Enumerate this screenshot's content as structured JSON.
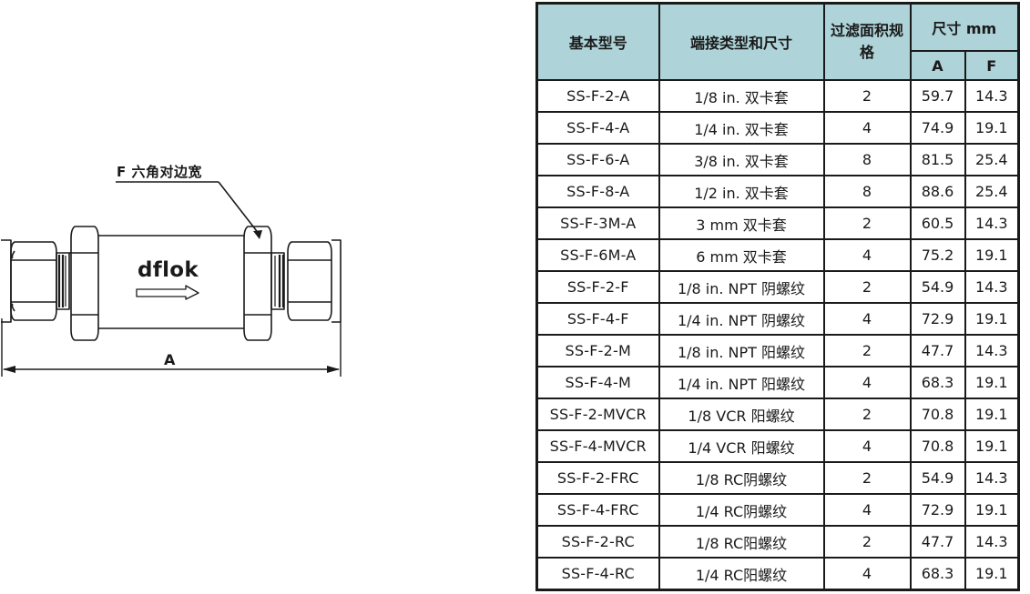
{
  "diagram": {
    "hex_flat_label": "F 六角对边宽",
    "brand_text": "dflok",
    "length_dimension_label": "A",
    "flow_direction": "left-to-right",
    "line_color": "#1a1a1a"
  },
  "table": {
    "header_bg_color": "#aed3d8",
    "border_color": "#1a1a1a",
    "headers": {
      "model": "基本型号",
      "connection": "端接类型和尺寸",
      "filter_area": "过滤面积规格",
      "dimensions": "尺寸 mm",
      "dim_a": "A",
      "dim_f": "F"
    },
    "rows": [
      {
        "model": "SS-F-2-A",
        "connection": "1/8 in. 双卡套",
        "filter": "2",
        "a": "59.7",
        "f": "14.3"
      },
      {
        "model": "SS-F-4-A",
        "connection": "1/4 in. 双卡套",
        "filter": "4",
        "a": "74.9",
        "f": "19.1"
      },
      {
        "model": "SS-F-6-A",
        "connection": "3/8 in. 双卡套",
        "filter": "8",
        "a": "81.5",
        "f": "25.4"
      },
      {
        "model": "SS-F-8-A",
        "connection": "1/2 in. 双卡套",
        "filter": "8",
        "a": "88.6",
        "f": "25.4"
      },
      {
        "model": "SS-F-3M-A",
        "connection": "3 mm 双卡套",
        "filter": "2",
        "a": "60.5",
        "f": "14.3"
      },
      {
        "model": "SS-F-6M-A",
        "connection": "6 mm 双卡套",
        "filter": "4",
        "a": "75.2",
        "f": "19.1"
      },
      {
        "model": "SS-F-2-F",
        "connection": "1/8  in. NPT 阴螺纹",
        "filter": "2",
        "a": "54.9",
        "f": "14.3"
      },
      {
        "model": "SS-F-4-F",
        "connection": "1/4  in. NPT 阴螺纹",
        "filter": "4",
        "a": "72.9",
        "f": "19.1"
      },
      {
        "model": "SS-F-2-M",
        "connection": "1/8  in. NPT 阳螺纹",
        "filter": "2",
        "a": "47.7",
        "f": "14.3"
      },
      {
        "model": "SS-F-4-M",
        "connection": "1/4  in. NPT 阳螺纹",
        "filter": "4",
        "a": "68.3",
        "f": "19.1"
      },
      {
        "model": "SS-F-2-MVCR",
        "connection": "1/8 VCR 阳螺纹",
        "filter": "2",
        "a": "70.8",
        "f": "19.1"
      },
      {
        "model": "SS-F-4-MVCR",
        "connection": "1/4 VCR 阳螺纹",
        "filter": "4",
        "a": "70.8",
        "f": "19.1"
      },
      {
        "model": "SS-F-2-FRC",
        "connection": "1/8 RC阴螺纹",
        "filter": "2",
        "a": "54.9",
        "f": "14.3"
      },
      {
        "model": "SS-F-4-FRC",
        "connection": "1/4 RC阴螺纹",
        "filter": "4",
        "a": "72.9",
        "f": "19.1"
      },
      {
        "model": "SS-F-2-RC",
        "connection": "1/8 RC阳螺纹",
        "filter": "2",
        "a": "47.7",
        "f": "14.3"
      },
      {
        "model": "SS-F-4-RC",
        "connection": "1/4 RC阳螺纹",
        "filter": "4",
        "a": "68.3",
        "f": "19.1"
      }
    ]
  }
}
